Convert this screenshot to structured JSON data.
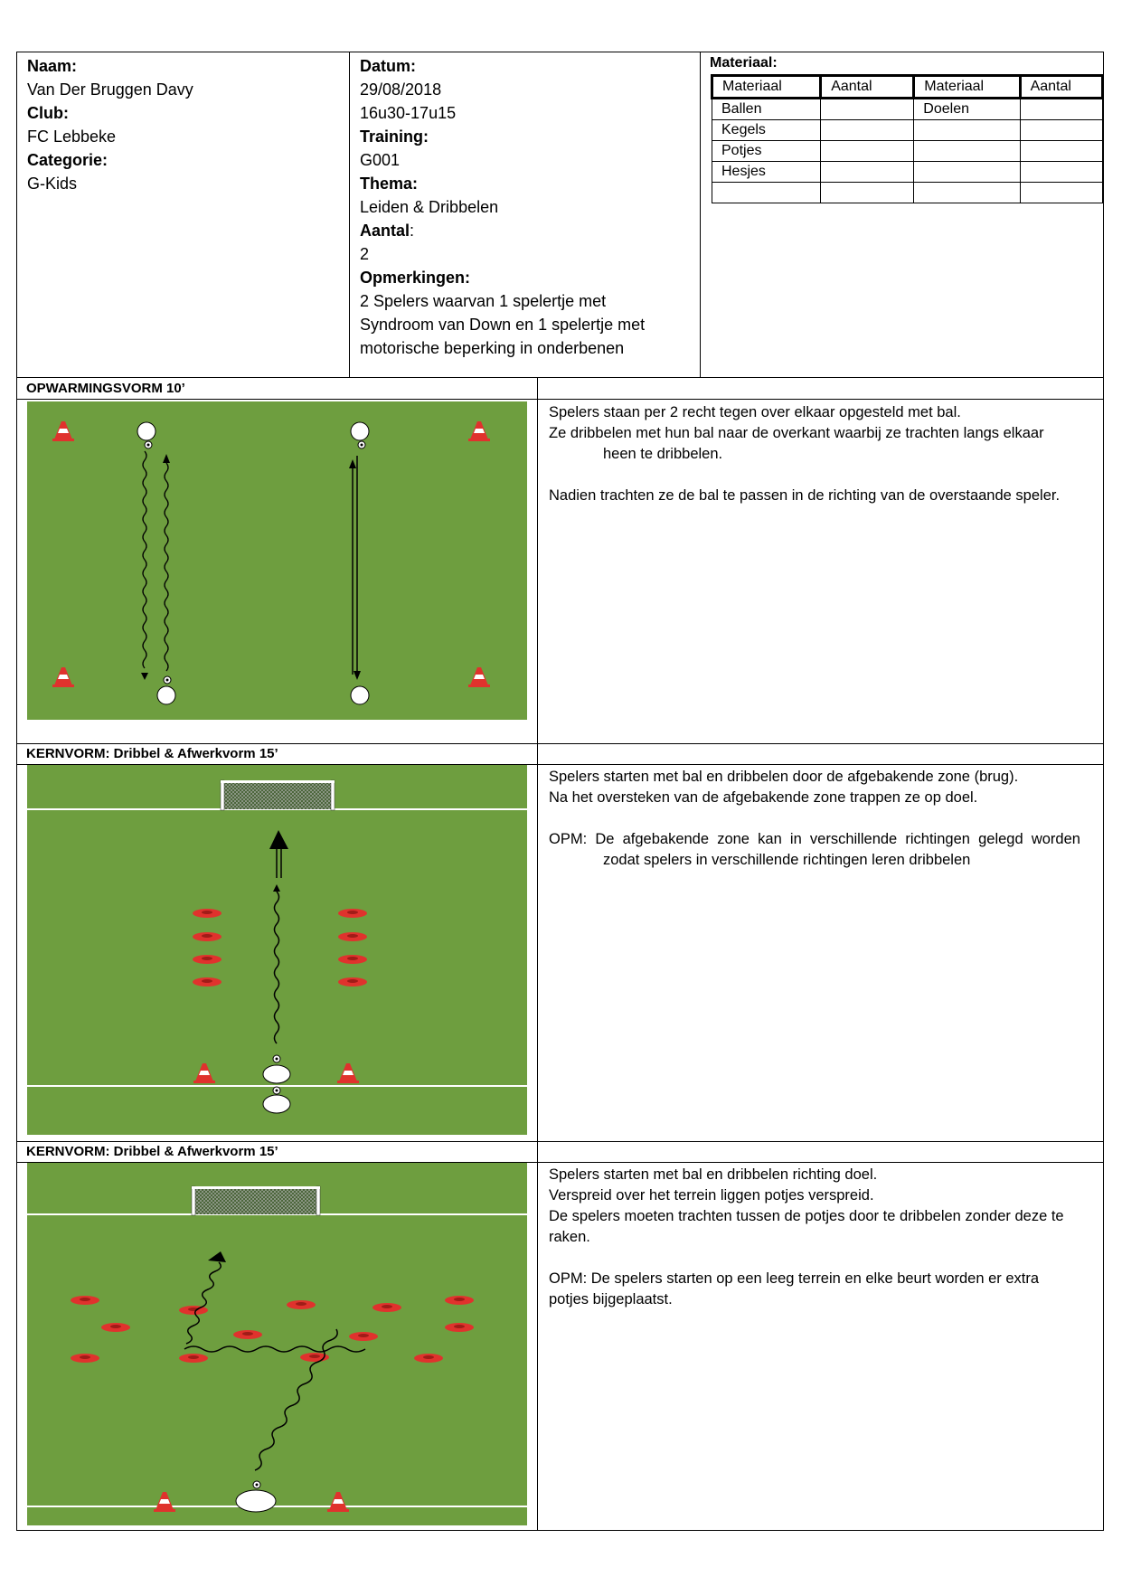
{
  "header": {
    "naam_label": "Naam:",
    "naam": "Van Der Bruggen Davy",
    "club_label": "Club:",
    "club": "FC Lebbeke",
    "categorie_label": "Categorie:",
    "categorie": "G-Kids",
    "datum_label": "Datum:",
    "datum": "29/08/2018",
    "tijd": "16u30-17u15",
    "training_label": "Training:",
    "training": "G001",
    "thema_label": "Thema:",
    "thema": "Leiden & Dribbelen",
    "aantal_label": "Aantal",
    "aantal_colon": ":",
    "aantal": "2",
    "opmerkingen_label": "Opmerkingen:",
    "opmerkingen": [
      "2 Spelers waarvan 1 spelertje met",
      "Syndroom van Down en 1 spelertje met",
      "motorische beperking in onderbenen"
    ]
  },
  "materiaal": {
    "label": "Materiaal:",
    "columns": [
      "Materiaal",
      "Aantal",
      "Materiaal",
      "Aantal"
    ],
    "rows": [
      [
        "Ballen",
        "",
        "Doelen",
        ""
      ],
      [
        "Kegels",
        "",
        "",
        ""
      ],
      [
        "Potjes",
        "",
        "",
        ""
      ],
      [
        "Hesjes",
        "",
        "",
        ""
      ],
      [
        "",
        "",
        "",
        ""
      ]
    ]
  },
  "sections": [
    {
      "title": "OPWARMINGSVORM  10’",
      "lines": [
        "Spelers staan per 2 recht tegen over elkaar opgesteld met bal.",
        "Ze dribbelen met hun bal naar de overkant waarbij ze trachten langs elkaar",
        "heen te dribbelen.",
        "Nadien trachten ze de bal te passen in de richting van de overstaande speler."
      ]
    },
    {
      "title": "KERNVORM: Dribbel & Afwerkvorm 15’",
      "lines": [
        "Spelers starten met bal en dribbelen door de afgebakende zone (brug).",
        "Na het oversteken van de afgebakende zone trappen ze op doel.",
        "OPM:  De  afgebakende  zone  kan  in  verschillende  richtingen  gelegd  worden",
        "zodat spelers in verschillende richtingen leren dribbelen"
      ]
    },
    {
      "title": "KERNVORM: Dribbel & Afwerkvorm 15’",
      "lines": [
        "Spelers starten met bal en dribbelen richting doel.",
        "Verspreid over het terrein liggen potjes verspreid.",
        "De spelers moeten trachten tussen de potjes door te dribbelen zonder deze te",
        "raken.",
        "OPM: De spelers starten op een leeg terrein en elke beurt worden er extra",
        "potjes bijgeplaatst."
      ]
    }
  ],
  "colors": {
    "pitch": "#6e9e3f",
    "cone": "#e0322d",
    "line": "#ffffff"
  }
}
